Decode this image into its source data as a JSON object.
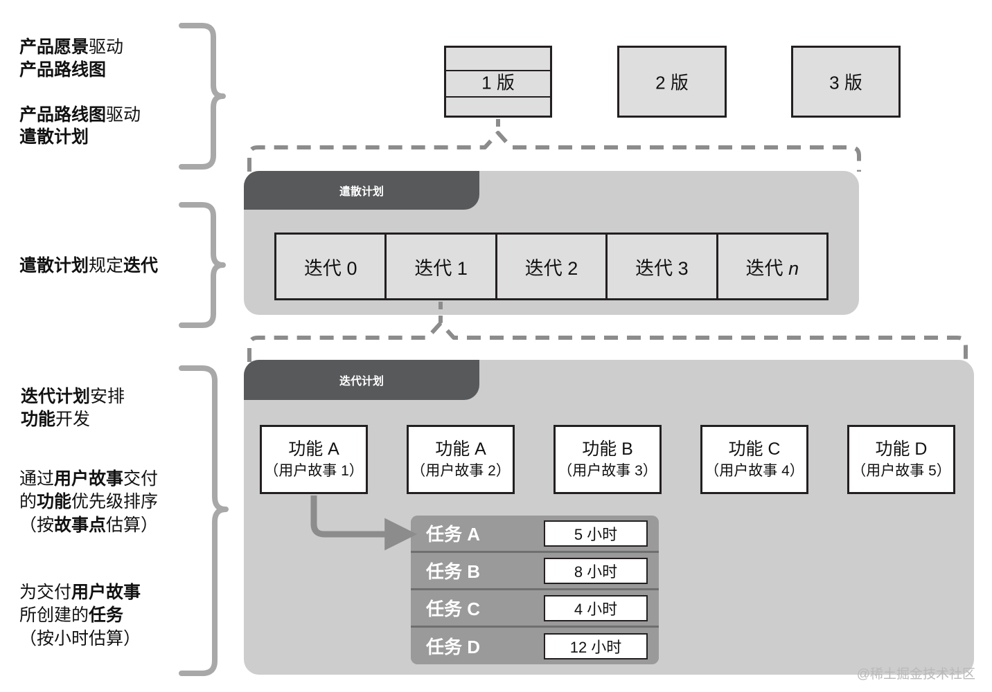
{
  "annotations": [
    {
      "id": "vision-roadmap",
      "line1_bold": "产品愿景",
      "line1_rest": "驱动",
      "line2_bold": "产品路线图",
      "line3_bold": "产品路线图",
      "line3_rest": "驱动",
      "line4_bold": "遣散计划",
      "full": "产品愿景驱动产品路线图 产品路线图驱动遣散计划"
    },
    {
      "id": "release-defines-iteration",
      "bold1": "遣散计划",
      "mid": "规定",
      "bold2": "迭代",
      "full": "遣散计划规定迭代"
    },
    {
      "id": "iteration-plans-features",
      "bold1": "迭代计划",
      "mid1": "安排",
      "bold2": "功能",
      "mid2": "开发",
      "full": "迭代计划安排功能开发"
    },
    {
      "id": "features-prioritized-by-stories",
      "full": "通过用户故事交付的功能优先级排序（按故事点估算）"
    },
    {
      "id": "tasks-created-for-stories",
      "full": "为交付用户故事所创建的任务（按小时估算）"
    }
  ],
  "releases": {
    "label_suffix": "版",
    "items": [
      {
        "name": "release-1",
        "label": "1 版",
        "divided": true
      },
      {
        "name": "release-2",
        "label": "2 版",
        "divided": false
      },
      {
        "name": "release-3",
        "label": "3 版",
        "divided": false
      }
    ]
  },
  "release_plan": {
    "header": "遣散计划",
    "iterations": [
      {
        "label": "迭代 0"
      },
      {
        "label": "迭代 1"
      },
      {
        "label": "迭代 2"
      },
      {
        "label": "迭代 3"
      },
      {
        "label": "迭代 n",
        "italic_suffix": "n"
      }
    ]
  },
  "iteration_plan": {
    "header": "迭代计划",
    "features": [
      {
        "title": "功能 A",
        "sub": "（用户故事 1）"
      },
      {
        "title": "功能 A",
        "sub": "（用户故事 2）"
      },
      {
        "title": "功能 B",
        "sub": "（用户故事 3）"
      },
      {
        "title": "功能 C",
        "sub": "（用户故事 4）"
      },
      {
        "title": "功能 D",
        "sub": "（用户故事 5）"
      }
    ],
    "tasks": [
      {
        "name": "任务 A",
        "estimate": "5 小时"
      },
      {
        "name": "任务 B",
        "estimate": "8 小时"
      },
      {
        "name": "任务 C",
        "estimate": "4 小时"
      },
      {
        "name": "任务 D",
        "estimate": "12 小时"
      }
    ]
  },
  "watermark": "@稀土掘金技术社区",
  "colors": {
    "panel_bg": "#cdcdcd",
    "panel_header": "#58595b",
    "cell_bg": "#dedede",
    "task_row": "#9a9a9a",
    "task_divider": "#6f6f6f",
    "outline": "#231f20",
    "connector": "#8c8c8c",
    "dashed": "#8c8c8c",
    "watermark": "#b9b9b9"
  }
}
